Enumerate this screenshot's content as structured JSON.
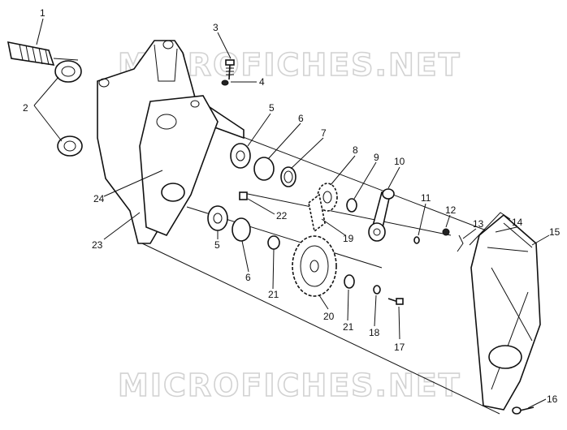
{
  "watermark": "MICROFICHES.NET",
  "callouts": [
    "1",
    "2",
    "3",
    "4",
    "5",
    "6",
    "7",
    "8",
    "9",
    "10",
    "11",
    "12",
    "13",
    "14",
    "15",
    "16",
    "17",
    "18",
    "19",
    "20",
    "21",
    "22",
    "23",
    "24",
    "5",
    "6",
    "21",
    "21"
  ]
}
